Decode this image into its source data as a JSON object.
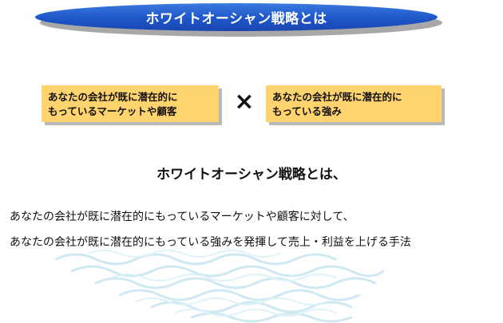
{
  "title": "ホワイトオーシャン戦略とは",
  "left_box": {
    "line1": "あなたの会社が既に潜在的に",
    "line2": "もっているマーケットや顧客"
  },
  "operator": "×",
  "right_box": {
    "line1": "あなたの会社が既に潜在的に",
    "line2": "もっている強み"
  },
  "headline": "ホワイトオーシャン戦略とは、",
  "body": {
    "line1": "あなたの会社が既に潜在的にもっているマーケットや顧客に対して、",
    "line2": "あなたの会社が既に潜在的にもっている強みを発揮して売上・利益を上げる手法"
  },
  "colors": {
    "title_blue": "#1e56c9",
    "note_fill": "#ffd36e",
    "wave": "#cfe9f3"
  }
}
